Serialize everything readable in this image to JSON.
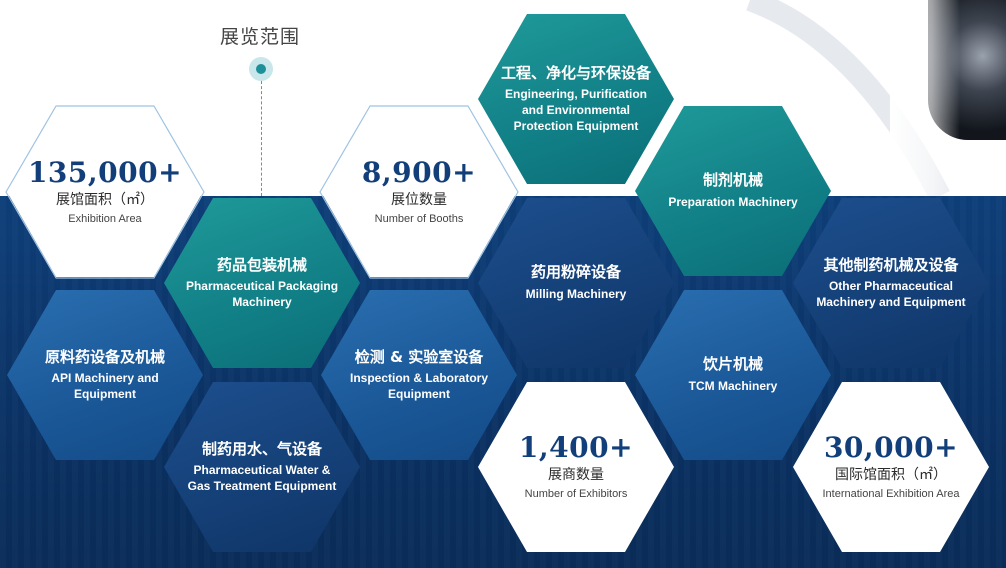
{
  "scope": {
    "title": "展览范围"
  },
  "stats": [
    {
      "id": "area",
      "value": "135,000+",
      "zh": "展馆面积（㎡）",
      "en": "Exhibition Area"
    },
    {
      "id": "booths",
      "value": "8,900+",
      "zh": "展位数量",
      "en": "Number of Booths"
    },
    {
      "id": "exhibitors",
      "value": "1,400+",
      "zh": "展商数量",
      "en": "Number of Exhibitors"
    },
    {
      "id": "intl",
      "value": "30,000+",
      "zh": "国际馆面积（㎡）",
      "en": "International Exhibition Area"
    }
  ],
  "categories": [
    {
      "id": "engineering",
      "zh": "工程、净化与环保设备",
      "en": "Engineering, Purification and Environmental Protection Equipment"
    },
    {
      "id": "preparation",
      "zh": "制剂机械",
      "en": "Preparation Machinery"
    },
    {
      "id": "packaging",
      "zh": "药品包装机械",
      "en": "Pharmaceutical Packaging Machinery"
    },
    {
      "id": "milling",
      "zh": "药用粉碎设备",
      "en": "Milling Machinery"
    },
    {
      "id": "other",
      "zh": "其他制药机械及设备",
      "en": "Other Pharmaceutical Machinery and Equipment"
    },
    {
      "id": "api",
      "zh": "原料药设备及机械",
      "en": "API Machinery and Equipment"
    },
    {
      "id": "inspection",
      "zh": "检测 & 实验室设备",
      "en": "Inspection & Laboratory Equipment"
    },
    {
      "id": "tcm",
      "zh": "饮片机械",
      "en": "TCM Machinery"
    },
    {
      "id": "water",
      "zh": "制药用水、气设备",
      "en": "Pharmaceutical Water & Gas Treatment Equipment"
    }
  ]
}
